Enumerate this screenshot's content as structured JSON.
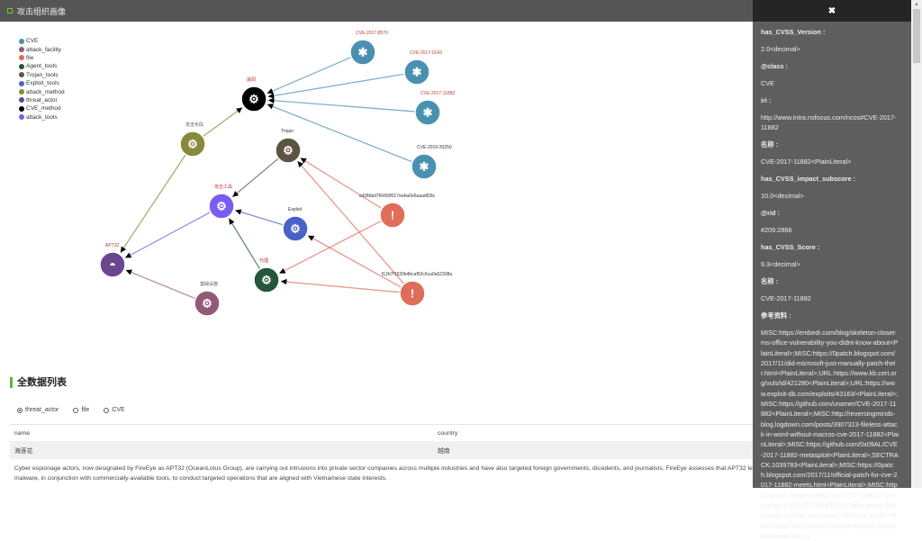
{
  "topbar": {
    "title": "攻击组织画像"
  },
  "legend": [
    {
      "label": "CVE",
      "color": "#4a90b0"
    },
    {
      "label": "attack_facility",
      "color": "#935a78"
    },
    {
      "label": "file",
      "color": "#e06c5a"
    },
    {
      "label": "Agent_tools",
      "color": "#23563a"
    },
    {
      "label": "Trojan_tools",
      "color": "#5c5442"
    },
    {
      "label": "Exploit_tools",
      "color": "#4a62c8"
    },
    {
      "label": "attack_method",
      "color": "#868a3a"
    },
    {
      "label": "threat_actor",
      "color": "#6a4690"
    },
    {
      "label": "CVE_method",
      "color": "#000000"
    },
    {
      "label": "attack_tools",
      "color": "#7a5cf0"
    }
  ],
  "graph": {
    "nodes": [
      {
        "id": "cve8570",
        "label": "CVE-2017-8570",
        "type": "CVE",
        "label_color": "#c0392b",
        "icon": "bug-icon"
      },
      {
        "id": "cve0143",
        "label": "CVE-2017-0143",
        "type": "CVE",
        "label_color": "#c0392b",
        "icon": "bug-icon"
      },
      {
        "id": "cve11882",
        "label": "CVE-2017-11882",
        "type": "CVE",
        "label_color": "#c0392b",
        "icon": "bug-icon"
      },
      {
        "id": "cve20250",
        "label": "CVE-2019-20250",
        "type": "CVE",
        "label_color": "#333333",
        "icon": "bug-icon"
      },
      {
        "id": "vuln",
        "label": "漏洞",
        "type": "CVE_method",
        "label_color": "#c0392b",
        "icon": "gear-icon"
      },
      {
        "id": "method",
        "label": "攻击手段",
        "type": "attack_method",
        "label_color": "#555555",
        "icon": "gear-icon"
      },
      {
        "id": "trojan",
        "label": "Trojan",
        "type": "Trojan_tools",
        "label_color": "#333333",
        "icon": "gear-icon"
      },
      {
        "id": "tools",
        "label": "攻击工具",
        "type": "attack_tools",
        "label_color": "#c0392b",
        "icon": "gear-icon"
      },
      {
        "id": "exploit",
        "label": "Exploit",
        "type": "Exploit_tools",
        "label_color": "#333333",
        "icon": "gear-icon"
      },
      {
        "id": "file1",
        "label": "cd38bbd7f6490f017eeba0e6aaadf28c",
        "type": "file",
        "label_color": "#333333",
        "icon": "file-alert-icon"
      },
      {
        "id": "apt32",
        "label": "APT32",
        "type": "threat_actor",
        "label_color": "#c0392b",
        "icon": "spy-icon"
      },
      {
        "id": "agent",
        "label": "代理",
        "type": "Agent_tools",
        "label_color": "#c0392b",
        "icon": "gear-icon"
      },
      {
        "id": "facility",
        "label": "基础设施",
        "type": "attack_facility",
        "label_color": "#555555",
        "icon": "gear-icon"
      },
      {
        "id": "file2",
        "label": "f12b7f1520b4bcaf52c6ca0a52338a",
        "type": "file",
        "label_color": "#333333",
        "icon": "file-alert-icon"
      }
    ],
    "edges": [
      {
        "from": "cve8570",
        "to": "vuln"
      },
      {
        "from": "cve0143",
        "to": "vuln"
      },
      {
        "from": "cve11882",
        "to": "vuln"
      },
      {
        "from": "cve20250",
        "to": "vuln"
      },
      {
        "from": "method",
        "to": "vuln"
      },
      {
        "from": "method",
        "to": "apt32"
      },
      {
        "from": "trojan",
        "to": "tools"
      },
      {
        "from": "tools",
        "to": "apt32"
      },
      {
        "from": "exploit",
        "to": "tools"
      },
      {
        "from": "agent",
        "to": "tools"
      },
      {
        "from": "facility",
        "to": "apt32"
      },
      {
        "from": "file1",
        "to": "trojan"
      },
      {
        "from": "file1",
        "to": "agent"
      },
      {
        "from": "file2",
        "to": "trojan"
      },
      {
        "from": "file2",
        "to": "exploit"
      },
      {
        "from": "file2",
        "to": "agent"
      }
    ]
  },
  "list": {
    "heading": "全数据列表",
    "radios": [
      {
        "label": "threat_actor",
        "checked": true
      },
      {
        "label": "file",
        "checked": false
      },
      {
        "label": "CVE",
        "checked": false
      }
    ],
    "columns": [
      "name",
      "country"
    ],
    "rows": [
      {
        "name": "海莲花",
        "country": "越南"
      }
    ],
    "description_line1": "Cyber espionage actors, now designated by FireEye as APT32 (OceanLotus Group), are carrying out intrusions into private sector companies across multiple industries and have also targeted foreign governments, dissidents, and journalists. FireEye assesses that APT32 leverages a unique suite of fully-featured",
    "description_line2": "malware, in conjunction with commercially-available tools, to conduct targeted operations that are aligned with Vietnamese state interests."
  },
  "panel": {
    "close": "✖",
    "fields": [
      {
        "key": "has_CVSS_Version :",
        "value": "2.0<decimal>"
      },
      {
        "key": "@class :",
        "value": "CVE"
      },
      {
        "key": "iri :",
        "value": "http://www.intra.nsfocus.com/ncos#CVE-2017-11882"
      },
      {
        "key": "名称 :",
        "value": "CVE-2017-11882<PlainLiteral>"
      },
      {
        "key": "has_CVSS_impact_subscore :",
        "value": "10.0<decimal>"
      },
      {
        "key": "@rid :",
        "value": "#209:2866"
      },
      {
        "key": "has_CVSS_Score :",
        "value": "9.3<decimal>"
      },
      {
        "key": "名称 :",
        "value": "CVE-2017-11882"
      },
      {
        "key": "参考资料 :",
        "value": "MISC:https://embedi.com/blog/skeleton-closet-ms-office-vulnerability-you-didnt-know-about<PlainLiteral>;MISC:https://0patch.blogspot.com/2017/11/did-microsoft-just-manually-patch-their.html<PlainLiteral>;URL:https://www.kb.cert.org/vuls/id/421280<PlainLiteral>;URL:https://www.exploit-db.com/exploits/43163/<PlainLiteral>;MISC:https://github.com/unamer/CVE-2017-11882<PlainLiteral>;MISC:http://reversingminds-blog.logdown.com/posts/3907313-fileless-attack-in-word-without-macros-cve-2017-11882<PlainLiteral>;MISC:https://github.com/0x09AL/CVE-2017-11882-metasploit<PlainLiteral>;SECTRACK:1039783<PlainLiteral>;MISC:https://0patch.blogspot.com/2017/11/official-patch-for-cve-2017-11882-meets.html<PlainLiteral>;MISC:https://github.com/embedi/CVE-2017-11882<PlainLiteral>;EXPLOIT-DB:43163<PlainLiteral>;MISC:https://github.com/rxwx/CVE-2017-11882<PlainLiteral>;MISC:https://researchcenter.paloaltonetworks.com/2"
      }
    ]
  }
}
